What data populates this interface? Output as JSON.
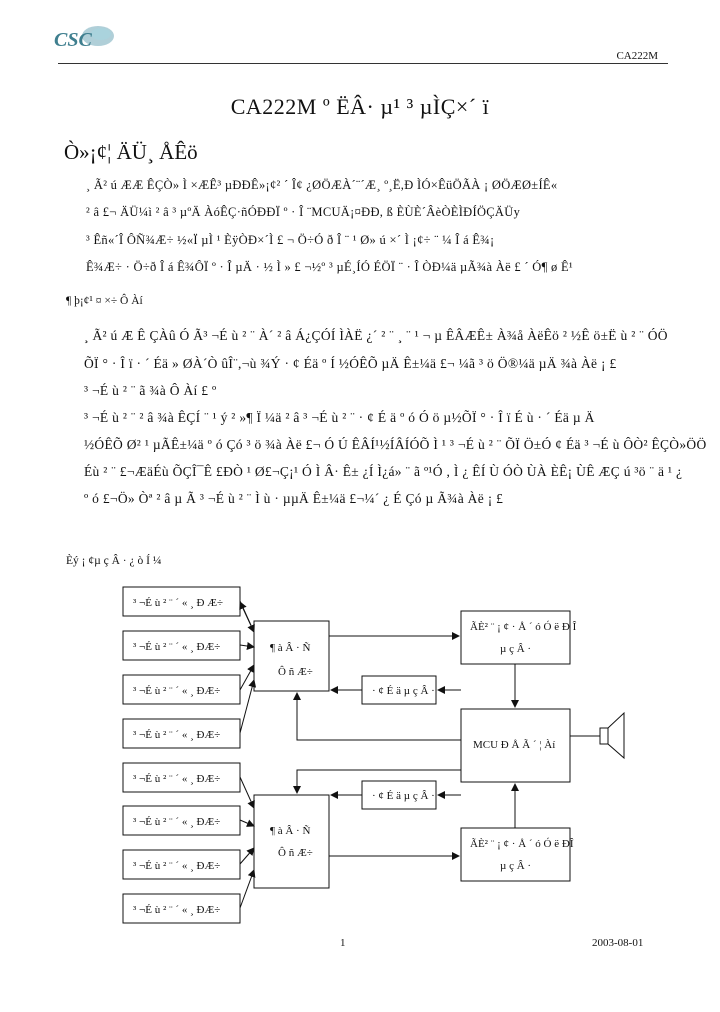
{
  "header": {
    "logo_text": "CSC",
    "doc_code": "CA222M"
  },
  "title": "CA222M º ËÂ· µ¹ ³ µÌÇ×´ ï",
  "section1_heading": "Ò»¡¢¦ ÄÜ¸ ÅÊö",
  "paragraphs_1": [
    "¸ Ã² ú ÆÆ ÊÇÒ» Ì ×ÆÊ³ µÐÐÊ»¡¢² ´ Î¢ ¿ØÖÆÀ´¨´Æ¸ º¸Ë,Ð ÌÓ×ÊüÖÃÀ ¡ ØÖÆØ±ÍÊ«",
    "² â £¬ ÄÜ¼ì ² â ³ µºÄ ÀóÊÇ·ñÓÐÐÏ º · Î ¨MCUÄ¡¤ÐÐ, ß ÈÙÈ´ÂèÒÈÌÐÍÖÇÄÜy",
    "³ Êñ«´Î ÔÑ¾Æ÷ ½«Ï µÌ ¹ ÈÿÒÐ×´Ì  £ ¬ Ö÷Ó ð Î ¨ ¹ Ø» ú ×´ Ì  ¡¢÷ ¨ ¼   Î á Ê¾¡",
    "Ê¾Æ÷ ·  Ö÷ð Î á Ê¾ÔÏ º · Î µÄ · ½ Ì » £ ¬½º ³ µÉ¸ÍÓ ÉÖÏ ¨ · Î ÒÐ¼ä µÃ¾à Àë £   ´ Ó¶ ø Ê¹"
  ],
  "subheading": "¶ þ¡¢¹ ¤ ×÷ Ô­ Àí",
  "paragraphs_2": [
    "¸ Ã² ú Æ Ê ÇÀû Ó Ã³ ¬É ù ² ¨ À´ ² â Á¿ÇÓÍ ÌÀË ¿´ ² ¨ ¸ ¨ ¹ ¬ µ ÊÂÆÊ± À¾å ÀëÊö ² ½Ê ö±Ë ù ² ¨ ÓÖ",
    "ÕÏ ° · Î ï · ´ Éä » ØÀ´Ò ûÎ¨,¬ù ¾Ý · ¢ Éä º Í ½ÓÊÕ µÄ Ê±¼ä £¬ ¼ã ³ ö Ö®¼ä µÄ ¾à Àë ¡ £",
    "³ ¬É ù ² ¨ ã ¾à Ô­ Àí £ º",
    "³ ¬É ù ² ¨ ² â ¾à ÊÇÍ ¨ ¹ ý ² »¶ Ï ¼ä ² â ³ ¬É ù ² ¨ · ¢ É ä º ó Ó ö µ½ÕÏ ° · Î ï É ù · ´ Éä µ Ä",
    "½ÓÊÕ Ø² ¹ µÃÊ±¼ä º ó Çó ³ ö ¾à Àë £¬ Ó Ú ÊÂÍ¹½ÍÂÍÓÕ Ì ¹ ³ ¬É ù ² ¨ ÕÏ Ö±Ó ¢ Éä ³ ¬É ù ÔÒ² ÊÇÒ»ÖÖ",
    "Éù ² ¨ £¬ÆäÉù ÕÇÎ¯Ê £ÐÒ ¹ Ø£¬Ç¡¹ Ó Ì Â· Ê± ¿Í Ì¿á» ¨ ã º¹Ó , Ì ¿ ÊÍ Ù ÓÒ ÙÀ ÈÊ¡ ÙÊ ÆÇ ú ³ö ¨ ä ¹ ¿",
    "º ó £¬Ö» Òª ² â µ Ã ³ ¬É ù ² ¨ Ì ù · µµÄ Ê±¼ä £¬¼´ ¿ É Çó µ Ã¾à Àë ¡ £"
  ],
  "figure": {
    "caption": "Èý ¡ ¢µ ç Â · ¿ ò Í ¼",
    "sensors": [
      "³ ¬É ù ² ¨ ´ « ¸ Ð Æ÷",
      "³ ¬É ù ² ¨ ´ « ¸ ÐÆ÷",
      "³ ¬É ù ² ¨ ´ « ¸ ÐÆ÷",
      "³ ¬É ù ² ¨ ´ « ¸ ÐÆ÷",
      "³ ¬É ù ² ¨ ´ « ¸ ÐÆ÷",
      "³ ¬É ù ² ¨ ´ « ¸ ÐÆ÷",
      "³ ¬É ù ² ¨ ´ « ¸ ÐÆ÷",
      "³ ¬É ù ² ¨ ´ « ¸ ÐÆ÷"
    ],
    "switch_top": [
      "¶ à Â · Ñ",
      "Ô ñ Æ÷"
    ],
    "switch_bottom": [
      "¶ à Â · Ñ",
      "Ô ñ Æ÷"
    ],
    "amp_top": "· ¢ É ä µ ç Â ·",
    "amp_bottom": "· ¢ É ä µ ç Â ·",
    "receiver_top": [
      "ÃÈ² ¨ ¡ ¢ · Å ´ ó Ó ë Ð Î",
      "µ ç Â ·"
    ],
    "receiver_bottom": [
      "ÃÈ² ¨ ¡ ¢ · Å ´ ó Ó ë ÐÎ",
      "µ ç Â ·"
    ],
    "mcu": "MCU Ð Å Ã ´ ¦ Àí"
  },
  "footer": {
    "page": "1",
    "date": "2003-08-01"
  }
}
